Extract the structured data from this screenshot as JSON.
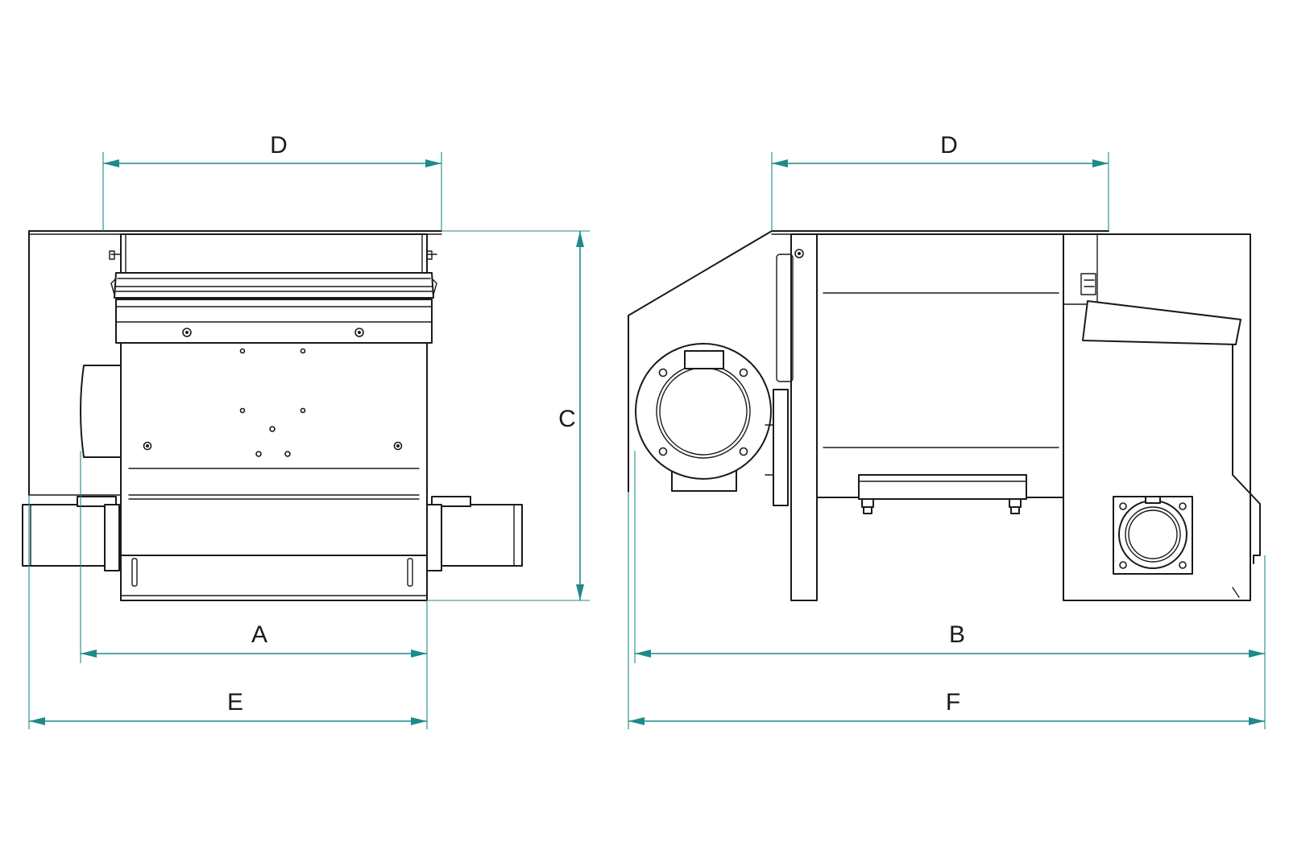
{
  "dimension_labels": {
    "front_width_top": "D",
    "front_body_width": "A",
    "front_overall_width": "E",
    "front_height": "C",
    "side_width_top": "D",
    "side_body_length": "B",
    "side_overall_length": "F"
  },
  "colors": {
    "dimension_line": "#1f8a8a",
    "outline": "#1a1a1a",
    "background": "#ffffff"
  }
}
